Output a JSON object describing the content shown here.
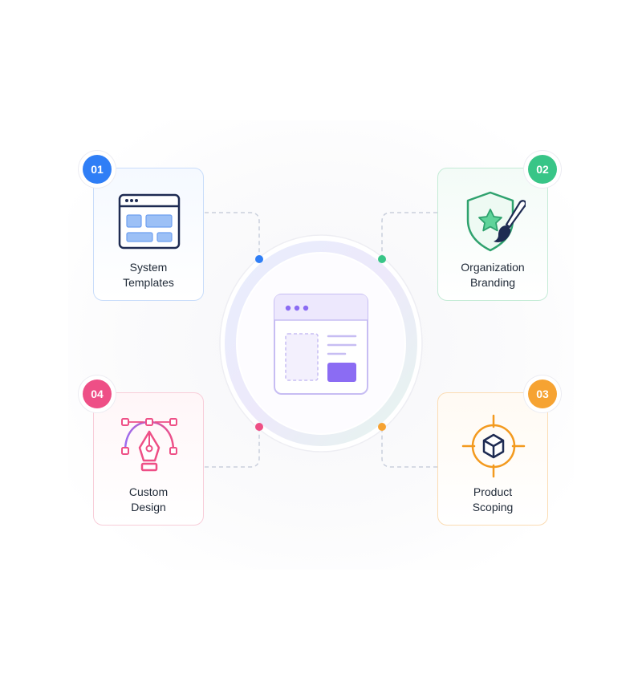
{
  "steps": [
    {
      "number": "01",
      "label_line1": "System",
      "label_line2": "Templates",
      "color": "#2f7ef6",
      "icon": "browser-template-icon"
    },
    {
      "number": "02",
      "label_line1": "Organization",
      "label_line2": "Branding",
      "color": "#38c587",
      "icon": "shield-star-brush-icon"
    },
    {
      "number": "03",
      "label_line1": "Product",
      "label_line2": "Scoping",
      "color": "#f6a332",
      "icon": "target-cube-icon"
    },
    {
      "number": "04",
      "label_line1": "Custom",
      "label_line2": "Design",
      "color": "#ee4f86",
      "icon": "pen-tool-bezier-icon"
    }
  ],
  "center": {
    "icon": "browser-layout-icon",
    "accent": "#8b6cf3"
  }
}
